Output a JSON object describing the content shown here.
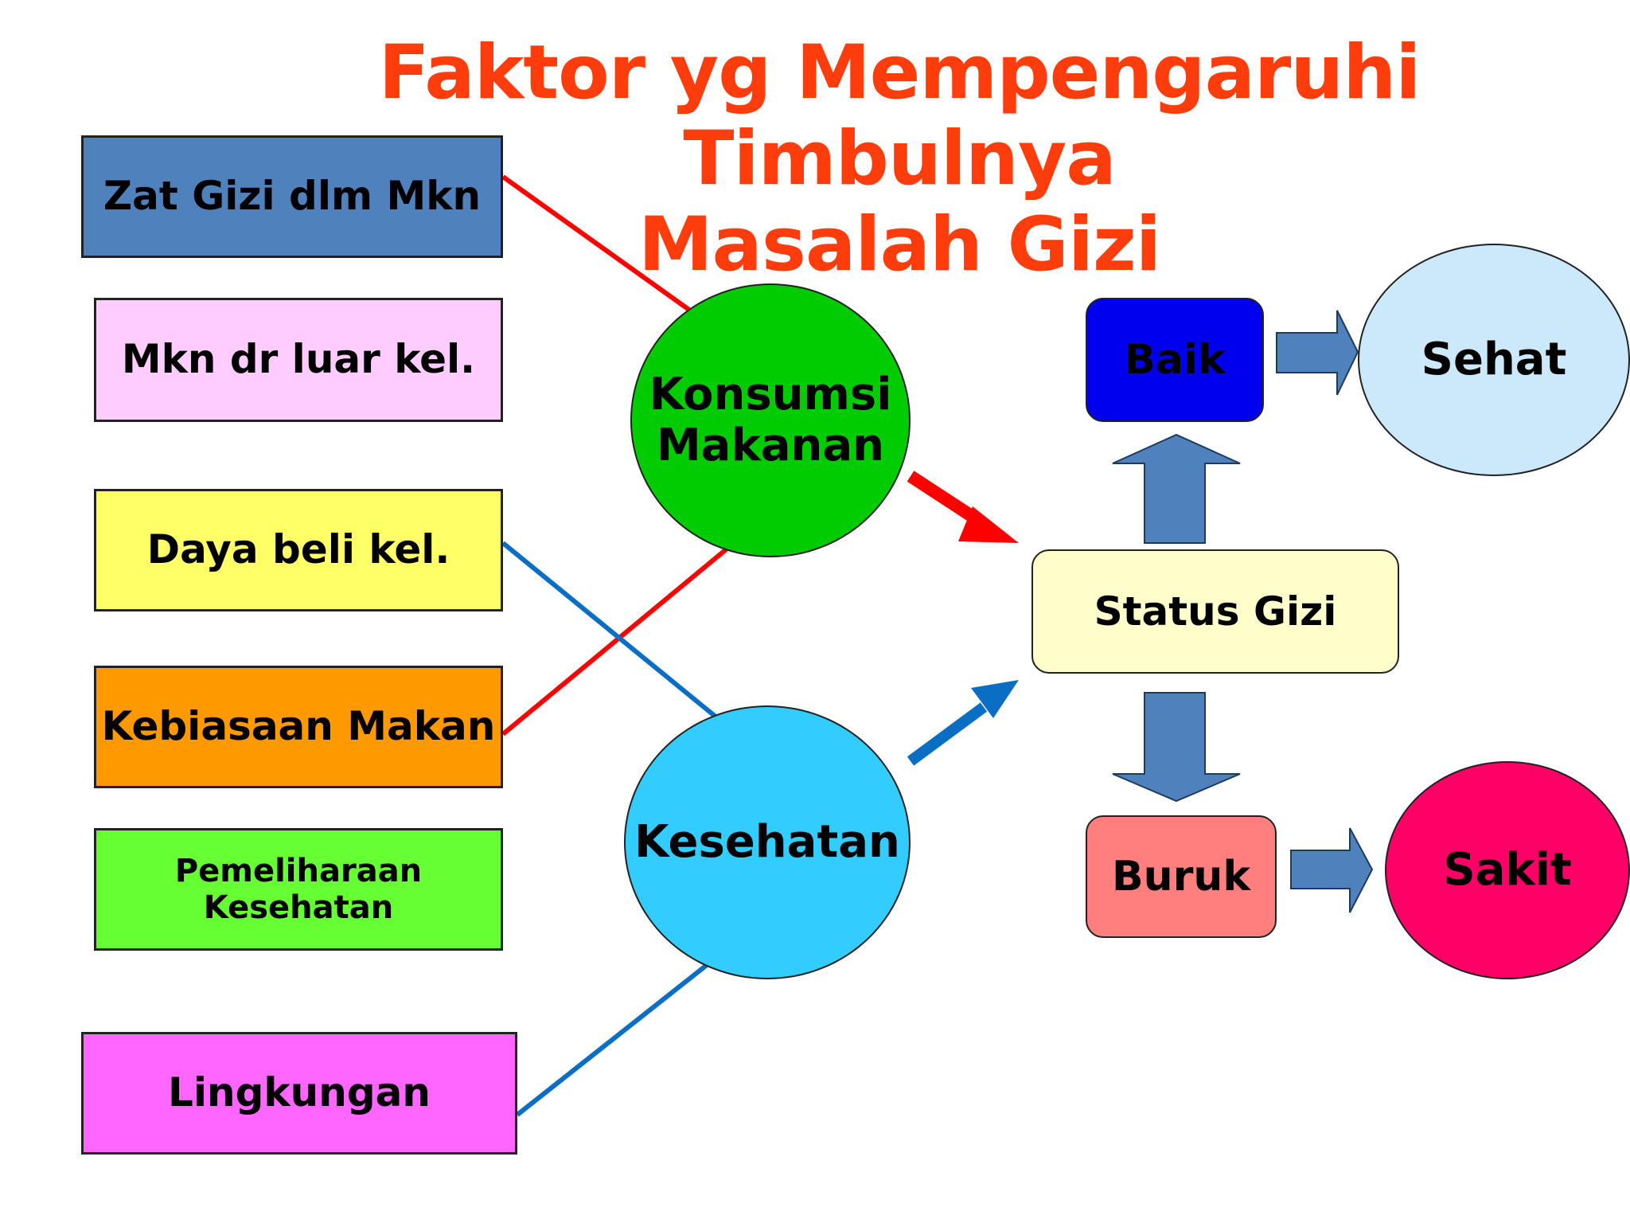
{
  "title": {
    "line1": "Faktor yg Mempengaruhi Timbulnya",
    "line2": "Masalah Gizi"
  },
  "factors": {
    "zat_gizi": "Zat Gizi dlm Mkn",
    "mkn_luar": "Mkn dr luar kel.",
    "daya_beli": "Daya beli kel.",
    "kebiasaan": "Kebiasaan Makan",
    "pemeliharaan_line1": "Pemeliharaan",
    "pemeliharaan_line2": "Kesehatan",
    "lingkungan": "Lingkungan"
  },
  "middle": {
    "konsumsi_line1": "Konsumsi",
    "konsumsi_line2": "Makanan",
    "kesehatan": "Kesehatan"
  },
  "outcome": {
    "status": "Status Gizi",
    "baik": "Baik",
    "buruk": "Buruk",
    "sehat": "Sehat",
    "sakit": "Sakit"
  },
  "colors": {
    "title": "#ff3d0c",
    "red_link": "#ff0000",
    "blue_link": "#0a6fc4",
    "block_arrow": "#4f81bd"
  }
}
